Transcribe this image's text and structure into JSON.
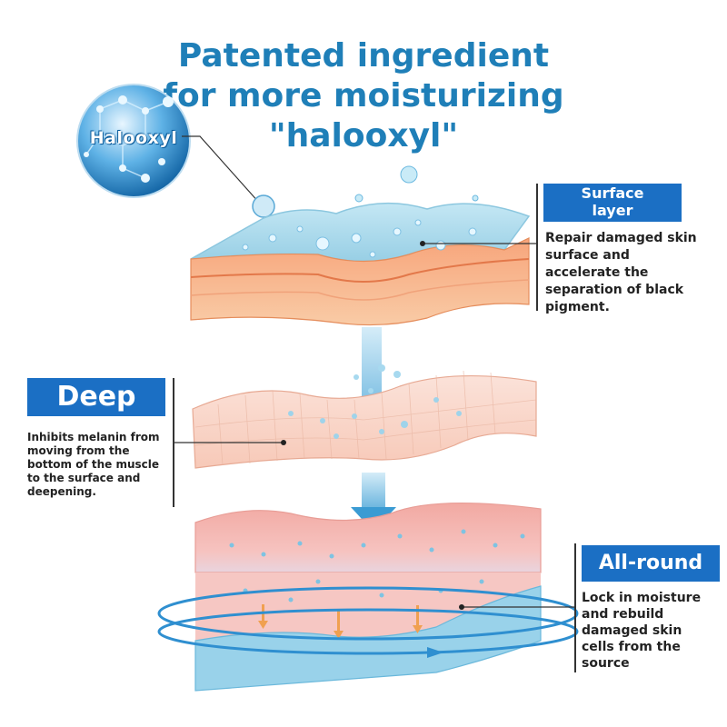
{
  "title": {
    "line1": "Patented ingredient",
    "line2": "for more moisturizing",
    "line3": "\"halooxyl\""
  },
  "badge": {
    "label": "Halooxyl"
  },
  "layers": {
    "surface": {
      "label": "Surface layer",
      "description": "Repair damaged skin surface and accelerate the separation of black pigment."
    },
    "deep": {
      "label": "Deep",
      "description": "Inhibits melanin from moving from the bottom of the muscle to the surface and deepening."
    },
    "allround": {
      "label": "All-round",
      "description": "Lock in moisture and rebuild damaged skin cells from the source"
    }
  },
  "colors": {
    "title_blue": "#1f7fb8",
    "label_blue": "#1b6fc4",
    "water_blue": "#9fd3ea",
    "skin_orange": "#f6b88f",
    "skin_pink": "#f5b6b0"
  }
}
